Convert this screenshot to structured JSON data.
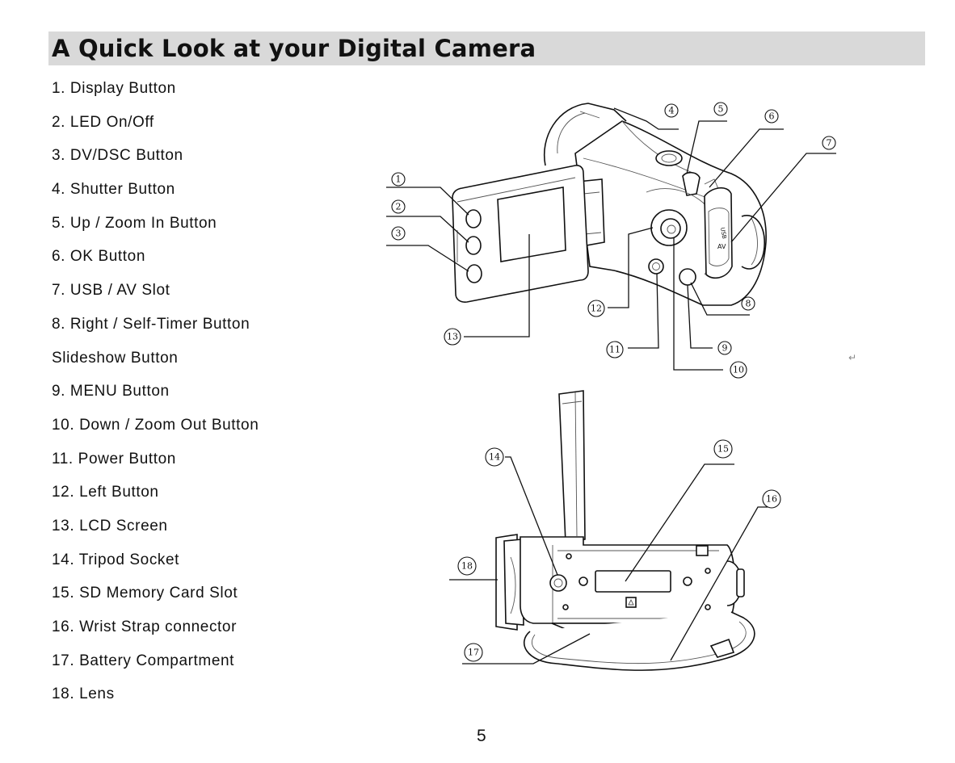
{
  "page": {
    "title": "A Quick Look at your Digital Camera",
    "page_number": "5"
  },
  "parts_list": [
    "1. Display Button",
    "2. LED On/Off",
    "3. DV/DSC Button",
    "4. Shutter Button",
    "5. Up / Zoom In Button",
    "6. OK Button",
    "7. USB / AV Slot",
    "8. Right / Self-Timer Button",
    "Slideshow Button",
    "9. MENU Button",
    "10. Down / Zoom Out Button",
    "11. Power Button",
    "12. Left Button",
    "13. LCD Screen",
    "14. Tripod Socket",
    "15. SD Memory Card Slot",
    "16. Wrist Strap connector",
    "17. Battery Compartment",
    "18. Lens"
  ],
  "figures": {
    "front_view_callouts": [
      "1",
      "2",
      "3",
      "4",
      "5",
      "6",
      "7",
      "8",
      "9",
      "10",
      "11",
      "12",
      "13"
    ],
    "bottom_view_callouts": [
      "14",
      "15",
      "16",
      "17",
      "18"
    ],
    "port_label_usb": "USB",
    "port_label_av": "AV"
  }
}
